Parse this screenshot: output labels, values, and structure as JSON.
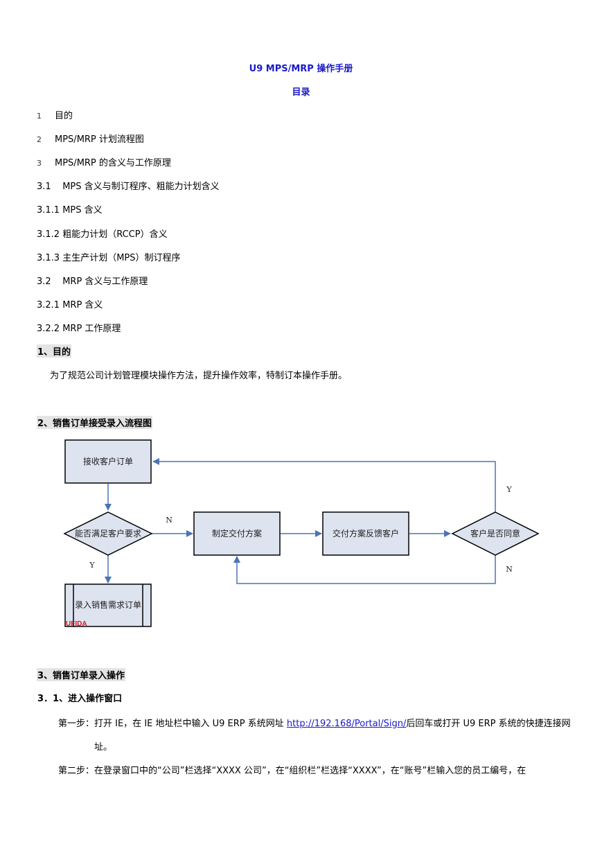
{
  "doc": {
    "title": "U9 MPS/MRP 操作手册",
    "toc_heading": "目录"
  },
  "toc": [
    {
      "num": "1",
      "text": "目的"
    },
    {
      "num": "2",
      "text": "MPS/MRP  计划流程图"
    },
    {
      "num": "3",
      "text": "MPS/MRP 的含义与工作原理"
    },
    {
      "num": "",
      "text": "3.1    MPS 含义与制订程序、粗能力计划含义"
    },
    {
      "num": "",
      "text": "3.1.1 MPS 含义"
    },
    {
      "num": "",
      "text": "3.1.2 粗能力计划（RCCP）含义"
    },
    {
      "num": "",
      "text": "3.1.3 主生产计划（MPS）制订程序"
    },
    {
      "num": "",
      "text": "3.2    MRP 含义与工作原理"
    },
    {
      "num": "",
      "text": "3.2.1 MRP 含义"
    },
    {
      "num": "",
      "text": "3.2.2 MRP 工作原理"
    }
  ],
  "section1": {
    "heading": "1、目的",
    "text": "为了规范公司计划管理模块操作方法，提升操作效率，特制订本操作手册。"
  },
  "section2": {
    "heading": "2、销售订单接受录入流程图"
  },
  "flowchart": {
    "receive_order": "接收客户订单",
    "can_meet": "能否满足客户要求",
    "make_plan": "制定交付方案",
    "feedback": "交付方案反馈客户",
    "customer_agree": "客户是否同意",
    "enter_order": "录入销售需求订单",
    "label_n1": "N",
    "label_y1": "Y",
    "label_y2": "Y",
    "label_n2": "N",
    "logo": "UFIDA",
    "colors": {
      "box_fill": "#dde3ef",
      "line": "#4a74b4",
      "border": "#000000"
    }
  },
  "section3": {
    "heading": "3、销售订单录入操作",
    "sub_heading": "3．1、进入操作窗口",
    "step1_prefix": "第一步：打开 IE，在 IE 地址栏中输入 U9 ERP 系统网址 ",
    "step1_link": "http://192.168/Portal/Sign/",
    "step1_suffix": "后回车或打开 U9 ERP 系统的快捷连接网",
    "step1_cont": "址。",
    "step2": "第二步：在登录窗口中的“公司”栏选择“XXXX 公司”，在“组织栏”栏选择“XXXX”，在“账号”栏输入您的员工编号，在"
  }
}
